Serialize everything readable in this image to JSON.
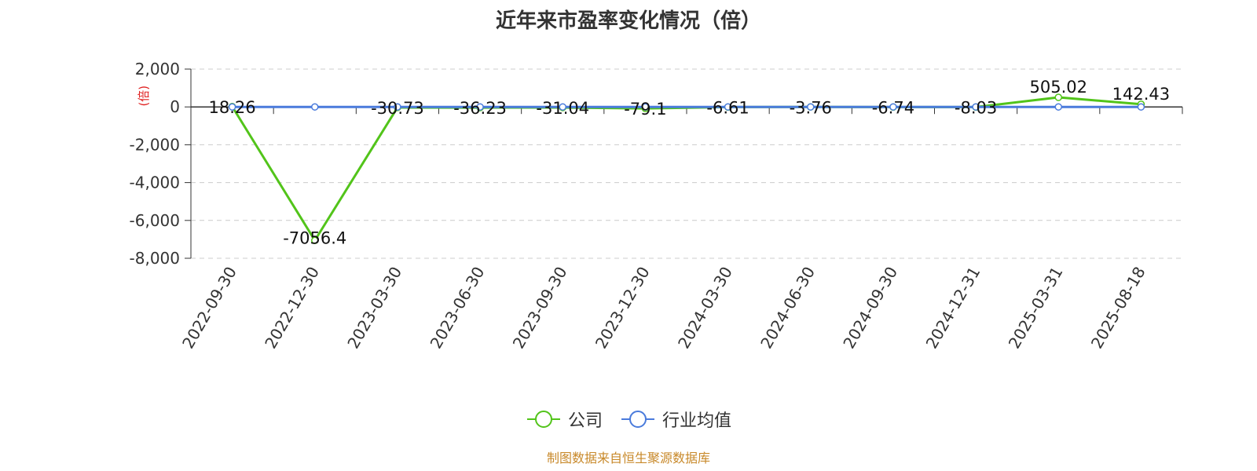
{
  "chart_data": {
    "type": "line",
    "title": "近年来市盈率变化情况（倍）",
    "ylabel": "(倍)",
    "xlabel": "",
    "categories": [
      "2022-09-30",
      "2022-12-30",
      "2023-03-30",
      "2023-06-30",
      "2023-09-30",
      "2023-12-30",
      "2024-03-30",
      "2024-06-30",
      "2024-09-30",
      "2024-12-31",
      "2025-03-31",
      "2025-08-18"
    ],
    "series": [
      {
        "name": "公司",
        "color": "#52c41a",
        "values": [
          18.26,
          -7056.4,
          -30.73,
          -36.23,
          -31.04,
          -79.1,
          -6.61,
          -3.76,
          -6.74,
          -8.03,
          505.02,
          142.43
        ],
        "labels": [
          "18.26",
          "-7056.4",
          "-30.73",
          "-36.23",
          "-31.04",
          "-79.1",
          "-6.61",
          "-3.76",
          "-6.74",
          "-8.03",
          "505.02",
          "142.43"
        ]
      },
      {
        "name": "行业均值",
        "color": "#4a7bdc",
        "values": [
          0,
          0,
          0,
          0,
          0,
          0,
          0,
          0,
          0,
          0,
          0,
          0
        ]
      }
    ],
    "ylim": [
      -8000,
      2000
    ],
    "yticks": [
      2000,
      0,
      -2000,
      -4000,
      -6000,
      -8000
    ],
    "ytick_labels": [
      "2,000",
      "0",
      "-2,000",
      "-4,000",
      "-6,000",
      "-8,000"
    ],
    "grid": true,
    "legend_position": "bottom-center"
  },
  "footer": {
    "source": "制图数据来自恒生聚源数据库"
  }
}
